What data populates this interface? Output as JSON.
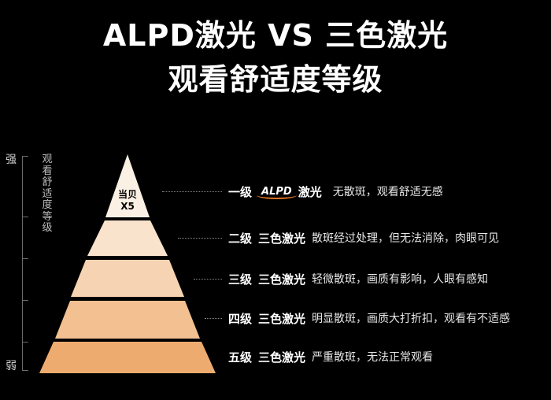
{
  "title": {
    "line1": "ALPD激光 VS 三色激光",
    "line2": "观看舒适度等级"
  },
  "axis": {
    "top": "强",
    "bottom": "弱",
    "label": "观看舒适度等级"
  },
  "apex": {
    "line1": "当贝",
    "line2": "X5"
  },
  "levels": [
    {
      "level": "一级",
      "logo": "ALPD",
      "type": "激光",
      "desc": "无散斑，观看舒适无感",
      "color": "#fbf0e4"
    },
    {
      "level": "二级",
      "type": "三色激光",
      "desc": "散斑经过处理，但无法消除，肉眼可见",
      "color": "#f9e3cd"
    },
    {
      "level": "三级",
      "type": "三色激光",
      "desc": "轻微散斑，画质有影响，人眼有感知",
      "color": "#f6d3b2"
    },
    {
      "level": "四级",
      "type": "三色激光",
      "desc": "明显散斑，画质大打折扣，观看有不适感",
      "color": "#f2c091"
    },
    {
      "level": "五级",
      "type": "三色激光",
      "desc": "严重散斑，无法正常观看",
      "color": "#eeab70"
    }
  ],
  "colors": {
    "background": "#000000",
    "logo_accent": "#e0731e"
  }
}
